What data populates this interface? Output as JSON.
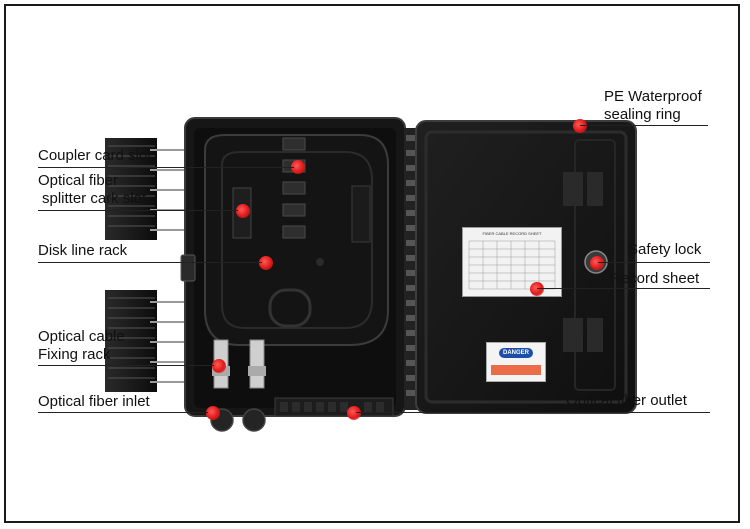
{
  "labels": {
    "coupler_card_slot": "Coupler card slot",
    "optical_fiber_line1": "Optical fiber",
    "splitter_cark_slot": "splitter cark slot",
    "disk_line_rack": "Disk line rack",
    "optical_cable": "Optical cable",
    "fixing_rack": "Fixing rack",
    "optical_fiber_inlet": "Optical fiber inlet",
    "pe_waterproof": "PE Waterproof",
    "sealing_ring": "sealing ring",
    "safety_lock": "Safety lock",
    "record_sheet": "Record sheet",
    "optical_fiber_outlet": "Optical fiber outlet"
  },
  "sheet": {
    "title": "FIBER CABLE RECORD SHEET"
  },
  "warning": {
    "danger": "DANGER"
  },
  "colors": {
    "enclosure": "#141414",
    "marker": "#e01818",
    "danger_badge": "#1e4fa8",
    "warning_plate": "#e8542a"
  }
}
